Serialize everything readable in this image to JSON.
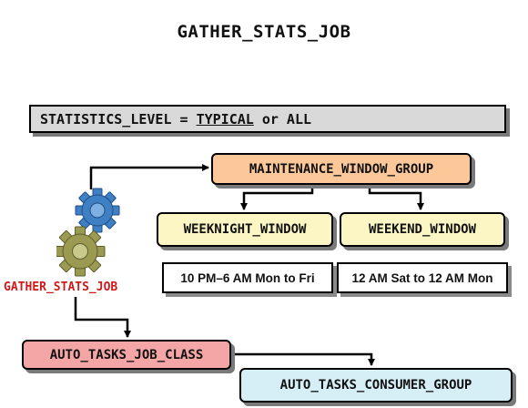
{
  "title": "GATHER_STATS_JOB",
  "statistics": {
    "prefix": "STATISTICS_LEVEL = ",
    "typical": "TYPICAL",
    "suffix": " or ALL"
  },
  "maintenance_window_group": "MAINTENANCE_WINDOW_GROUP",
  "weeknight_window": {
    "label": "WEEKNIGHT_WINDOW",
    "time": "10 PM–6 AM Mon to Fri"
  },
  "weekend_window": {
    "label": "WEEKEND_WINDOW",
    "time": "12 AM Sat to 12 AM Mon"
  },
  "job_label": "GATHER_STATS_JOB",
  "job_class": "AUTO_TASKS_JOB_CLASS",
  "consumer_group": "AUTO_TASKS_CONSUMER_GROUP",
  "colors": {
    "maintenance_fill": "#fcc89a",
    "window_fill": "#fbf6c4",
    "job_class_fill": "#f4a6a6",
    "consumer_fill": "#d6eef5",
    "job_label_color": "#d01a1a",
    "gear_blue": "#3f7fc4",
    "gear_olive": "#9a9a52"
  },
  "icons": [
    "gears-icon"
  ]
}
